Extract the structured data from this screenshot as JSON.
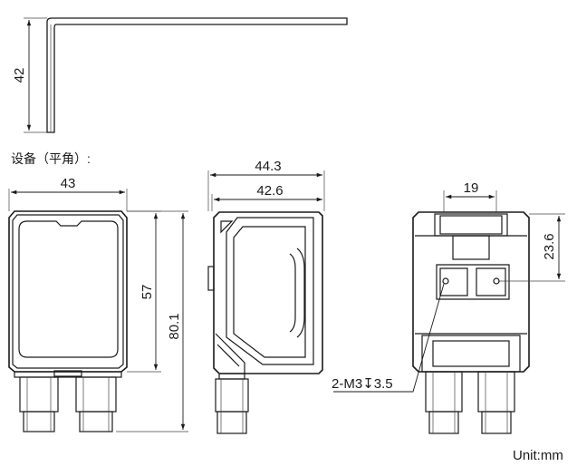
{
  "caption": "设备（平角）:",
  "unit_label": "Unit:mm",
  "dimensions": {
    "bracket_height": "42",
    "front_width": "43",
    "front_body_height": "57",
    "front_total_height": "80.1",
    "side_width_total": "44.3",
    "side_width_inner": "42.6",
    "back_hole_spacing": "19",
    "back_hole_height": "23.6",
    "back_hole_spec": "2-M3",
    "back_hole_depth_symbol": "↧",
    "back_hole_depth": "3.5"
  }
}
